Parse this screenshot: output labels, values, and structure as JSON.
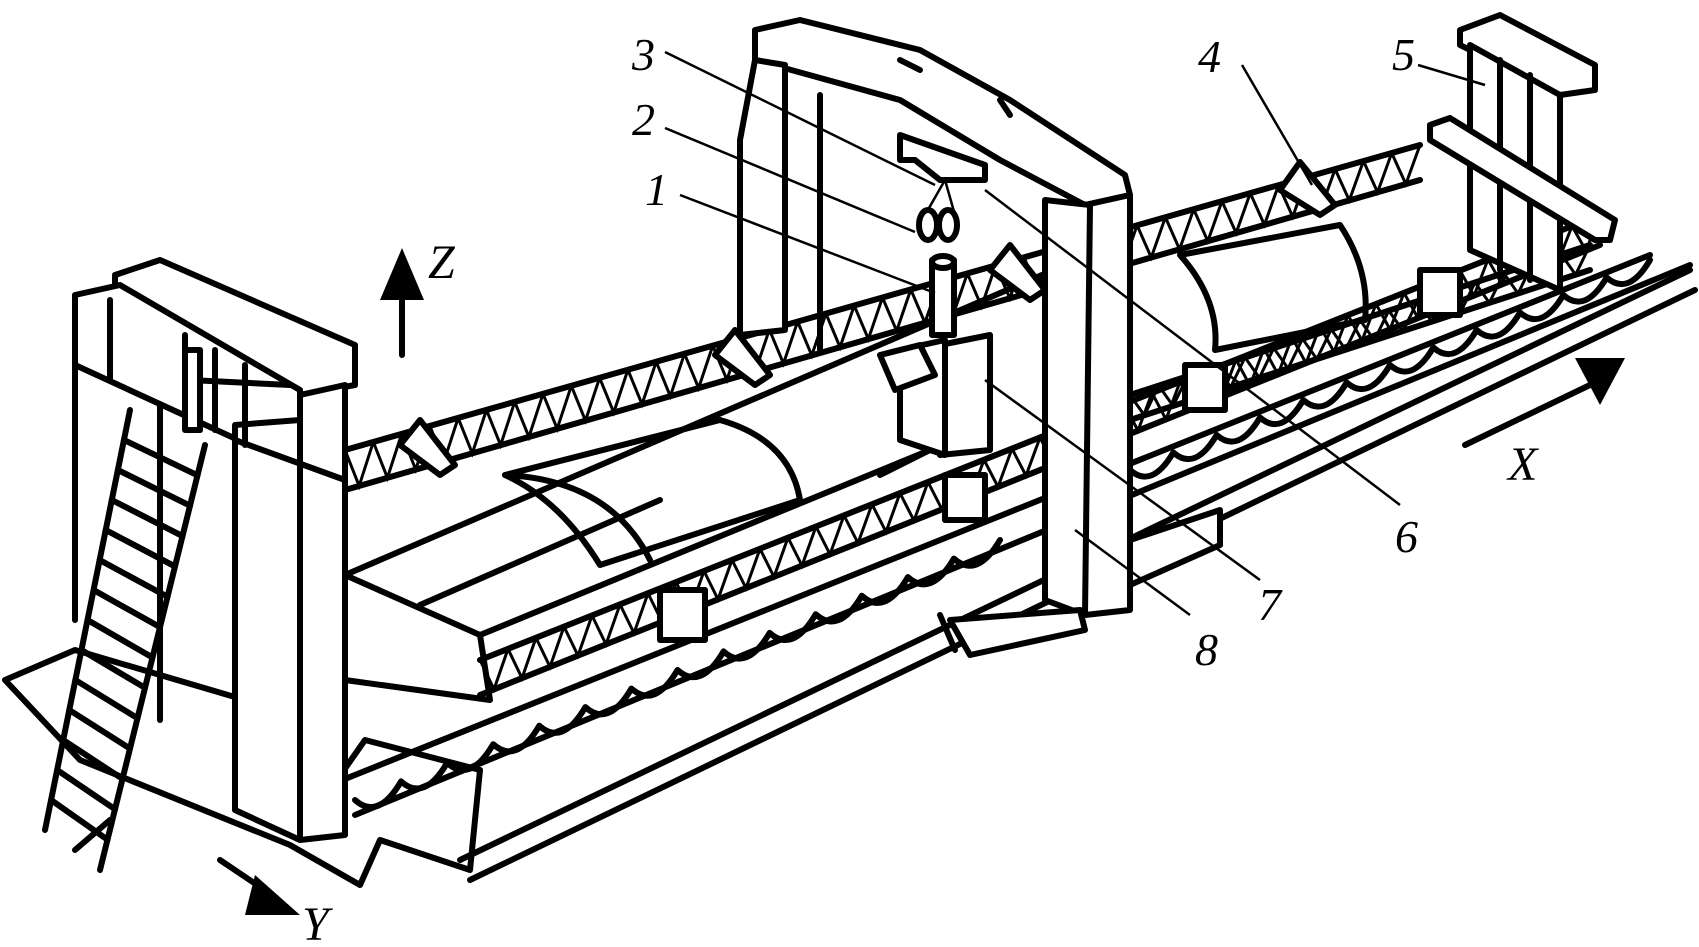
{
  "labels": {
    "l1": "1",
    "l2": "2",
    "l3": "3",
    "l4": "4",
    "l5": "5",
    "l6": "6",
    "l7": "7",
    "l8": "8"
  },
  "axes": {
    "x": "X",
    "y": "Y",
    "z": "Z"
  },
  "icons": {
    "axis_arrow": "arrow-icon",
    "ladder": "ladder-icon"
  },
  "colors": {
    "line": "#000000",
    "background": "#ffffff"
  }
}
